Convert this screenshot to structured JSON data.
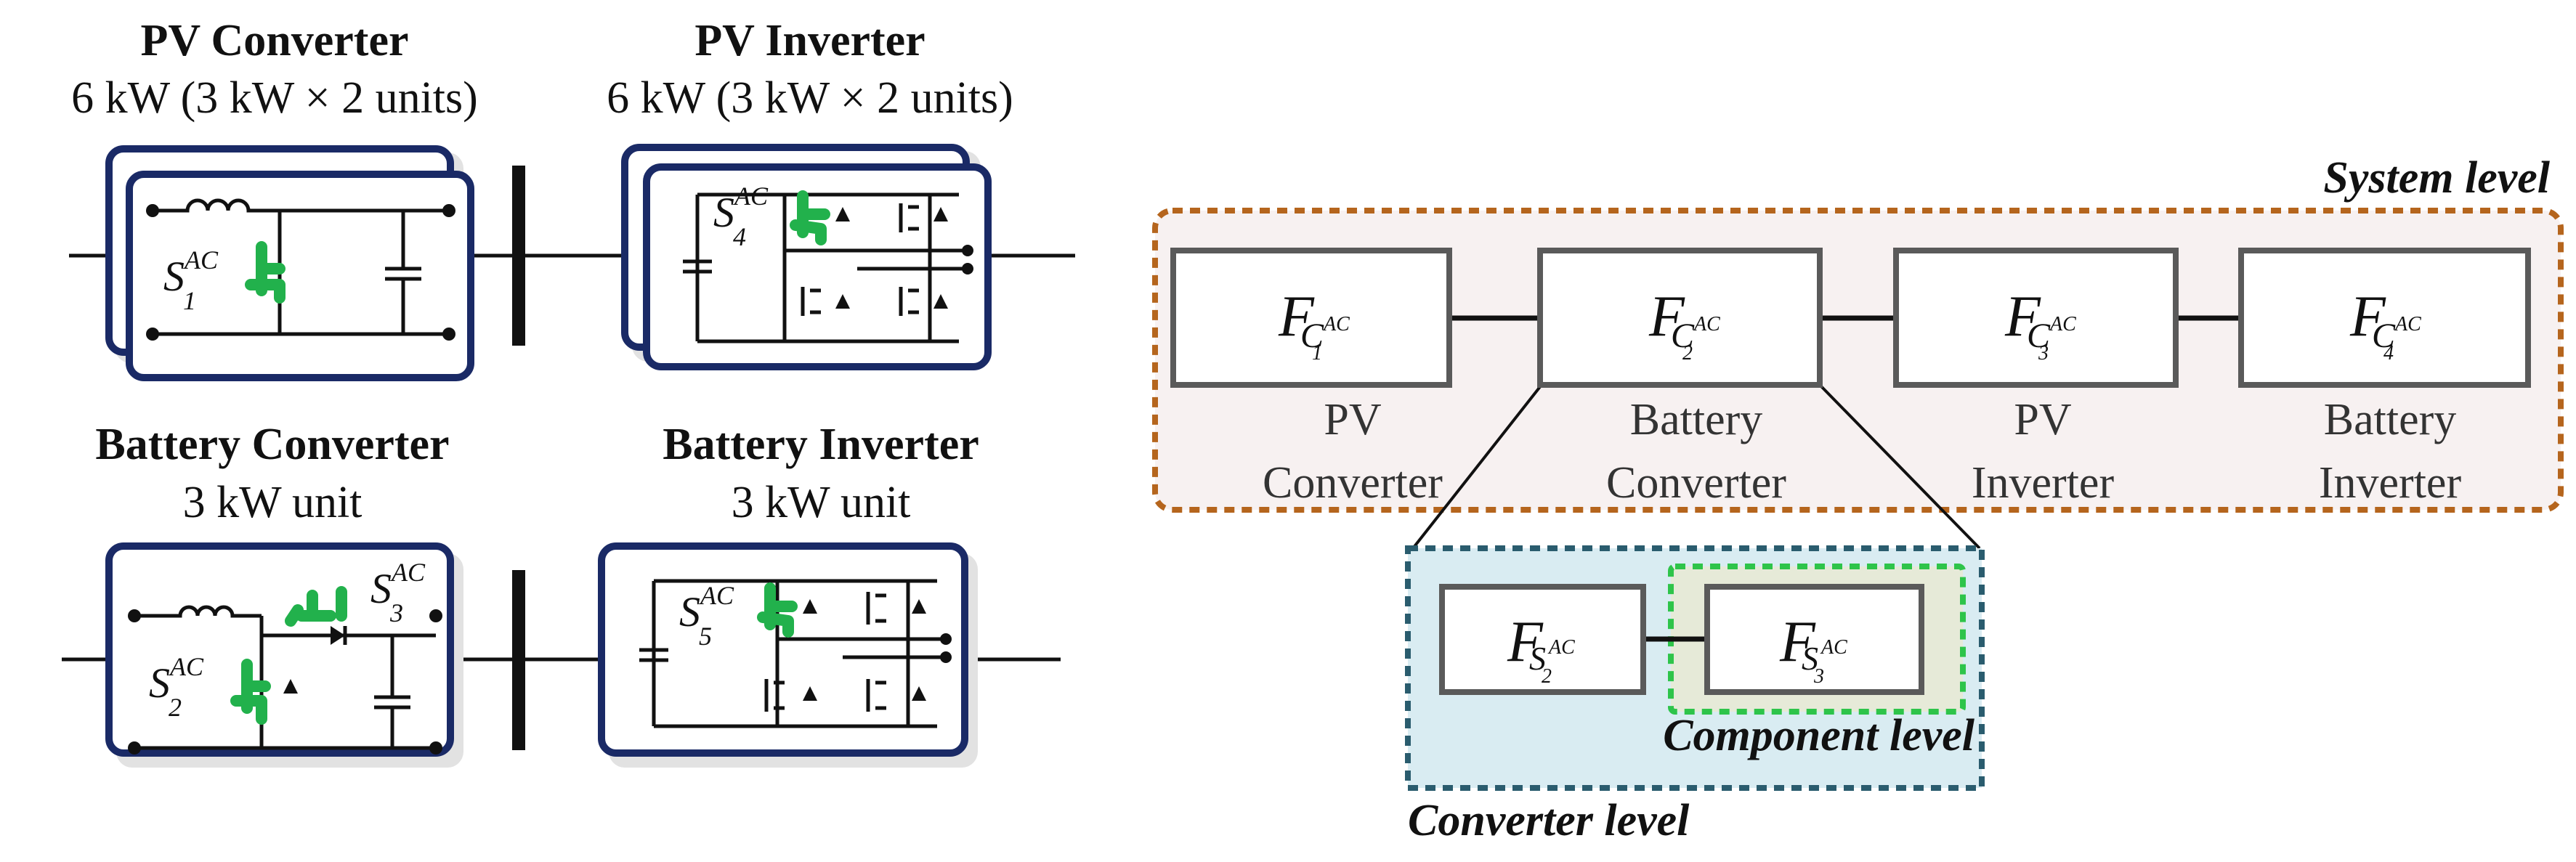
{
  "left_panel": {
    "pv_converter": {
      "title": "PV Converter",
      "rating": "6 kW (3 kW × 2 units)",
      "switch": {
        "base": "S",
        "sup": "AC",
        "sub": "1"
      }
    },
    "pv_inverter": {
      "title": "PV Inverter",
      "rating": "6 kW (3 kW × 2 units)",
      "switch": {
        "base": "S",
        "sup": "AC",
        "sub": "4"
      }
    },
    "battery_converter": {
      "title": "Battery Converter",
      "rating": "3 kW unit",
      "switch_a": {
        "base": "S",
        "sup": "AC",
        "sub": "3"
      },
      "switch_b": {
        "base": "S",
        "sup": "AC",
        "sub": "2"
      }
    },
    "battery_inverter": {
      "title": "Battery Inverter",
      "rating": "3 kW unit",
      "switch": {
        "base": "S",
        "sup": "AC",
        "sub": "5"
      }
    }
  },
  "system_level": {
    "label": "System level",
    "blocks": [
      {
        "f": "F",
        "c": "C",
        "sup": "AC",
        "sub": "1",
        "label_lines": [
          "PV",
          "Converter"
        ]
      },
      {
        "f": "F",
        "c": "C",
        "sup": "AC",
        "sub": "2",
        "label_lines": [
          "Battery",
          "Converter"
        ]
      },
      {
        "f": "F",
        "c": "C",
        "sup": "AC",
        "sub": "3",
        "label_lines": [
          "PV",
          "Inverter"
        ]
      },
      {
        "f": "F",
        "c": "C",
        "sup": "AC",
        "sub": "4",
        "label_lines": [
          "Battery",
          "Inverter"
        ]
      }
    ]
  },
  "converter_level": {
    "label": "Converter level",
    "blocks": [
      {
        "f": "F",
        "s": "S",
        "sup": "AC",
        "sub": "2"
      },
      {
        "f": "F",
        "s": "S",
        "sup": "AC",
        "sub": "3"
      }
    ]
  },
  "component_level": {
    "label": "Component level"
  },
  "colors": {
    "card_border": "#1a2a66",
    "switch_green": "#22b14c",
    "system_border": "#b5651d",
    "system_fill": "#f7f1f1",
    "converter_border": "#2a5c6e",
    "converter_fill": "#d9ecf2",
    "component_border": "#2ec44a",
    "component_fill": "#e6ead8"
  }
}
